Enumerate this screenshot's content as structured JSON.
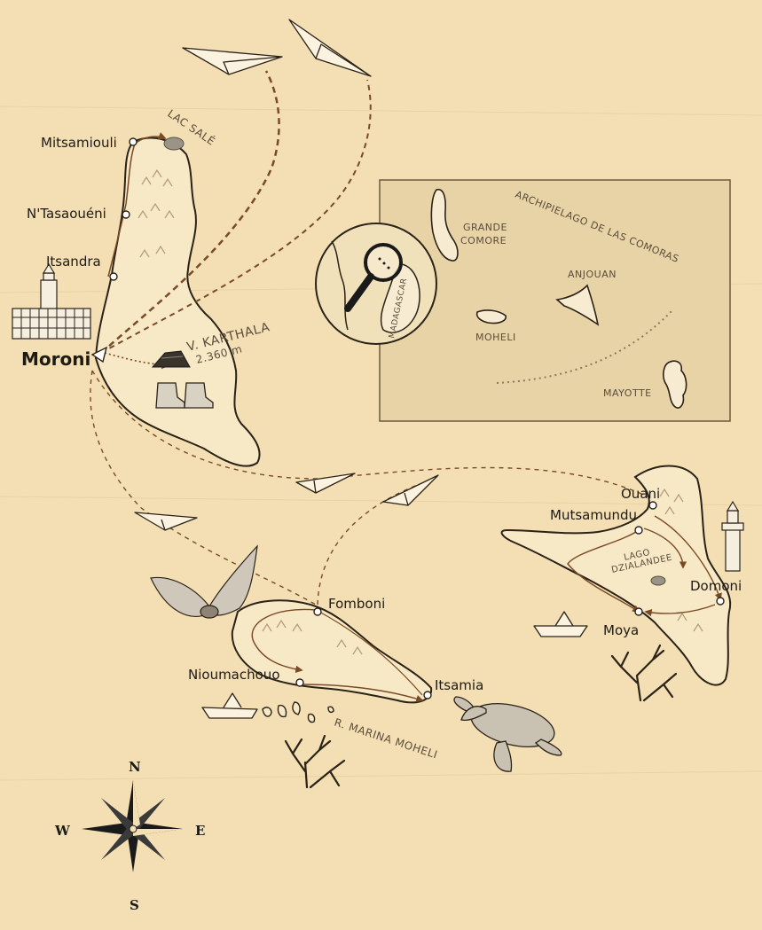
{
  "map": {
    "towns": {
      "mitsamiouli": "Mitsamiouli",
      "ntasaoueni": "N'Tasaouéni",
      "itsandra": "Itsandra",
      "moroni": "Moroni",
      "fomboni": "Fomboni",
      "nioumachouo": "Nioumachouo",
      "itsamia": "Itsamia",
      "ouani": "Ouani",
      "mutsamundu": "Mutsamundu",
      "domoni": "Domoni",
      "moya": "Moya"
    },
    "features": {
      "lac_sale": "LAC SALÉ",
      "karthala_name": "V. KARTHALA",
      "karthala_elev": "2.360 m",
      "lago_line1": "LAGO",
      "lago_line2": "DZIALANDEE",
      "reserva": "R. MARINA MOHELI"
    },
    "inset": {
      "title": "ARCHIPIELAGO DE LAS COMORAS",
      "grande_comore_line1": "GRANDE",
      "grande_comore_line2": "COMORE",
      "anjouan": "ANJOUAN",
      "moheli": "MOHELI",
      "mayotte": "MAYOTTE",
      "madagascar": "MADAGASCAR"
    },
    "compass": {
      "n": "N",
      "s": "S",
      "e": "E",
      "w": "W"
    },
    "colors": {
      "parchment": "#f3dfb3",
      "island_fill": "#f7e8c6",
      "outline": "#2b2218",
      "route": "#7a4a24",
      "inset_bg": "#e8d3a6"
    }
  }
}
